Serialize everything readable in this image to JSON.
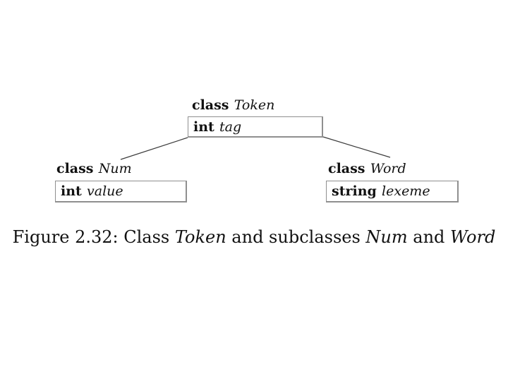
{
  "colors": {
    "box_border": "#8f8f8f",
    "line": "#3c3c3c",
    "text": "#111111",
    "background": "#ffffff"
  },
  "nodes": {
    "token": {
      "keyword": "class",
      "name": "Token",
      "field_type": "int",
      "field_name": "tag"
    },
    "num": {
      "keyword": "class",
      "name": "Num",
      "field_type": "int",
      "field_name": "value"
    },
    "word": {
      "keyword": "class",
      "name": "Word",
      "field_type": "string",
      "field_name": "lexeme"
    }
  },
  "caption": {
    "segments": [
      {
        "text": "Figure 2.32: Class ",
        "style": "regular"
      },
      {
        "text": "Token",
        "style": "italic"
      },
      {
        "text": " and subclasses ",
        "style": "regular"
      },
      {
        "text": "Num",
        "style": "italic"
      },
      {
        "text": " and ",
        "style": "regular"
      },
      {
        "text": "Word",
        "style": "italic"
      }
    ]
  }
}
